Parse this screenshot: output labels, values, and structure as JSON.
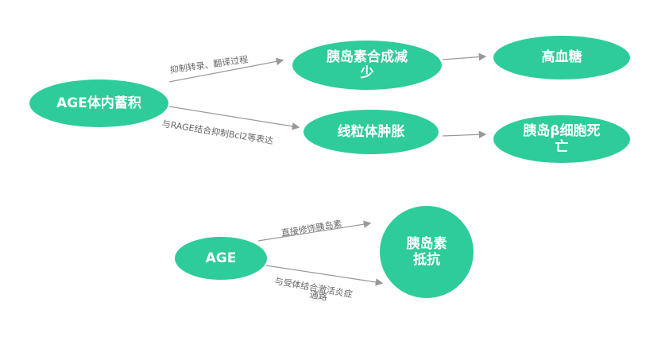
{
  "colors": {
    "node_fill": "#2ecc9a",
    "edge": "#999999",
    "edge_label": "#666666"
  },
  "nodes": {
    "age_accum": "AGE体内蓄积",
    "insulin_synth": "胰岛素合成减少",
    "hyperglycemia": "高血糖",
    "mito_swelling": "线粒体肿胀",
    "beta_death": "胰岛β细胞死亡",
    "age": "AGE",
    "insulin_resist": "胰岛素抵抗"
  },
  "edge_labels": {
    "inhibit_transcription": "抑制转录、翻译过程",
    "rage_bcl2": "与RAGE结合抑制Bcl2等表达",
    "direct_modify": "直接修饰胰岛素",
    "receptor_line1": "与受体结合激活炎症",
    "receptor_line2": "通路"
  }
}
